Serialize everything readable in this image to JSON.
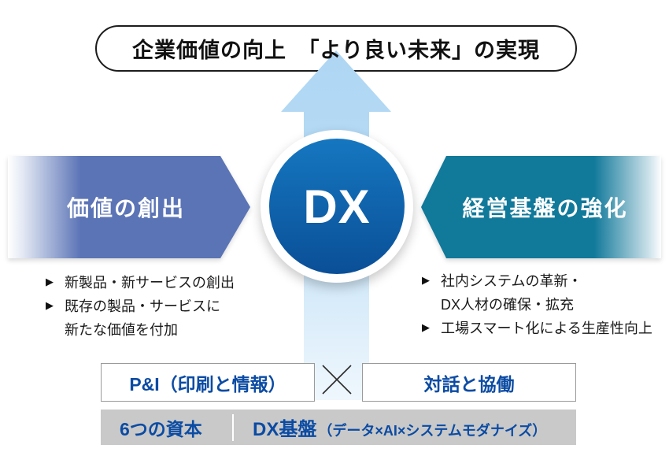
{
  "colors": {
    "accent_blue_text": "#0b4ba3",
    "banner_left_blue": "#5b74b6",
    "banner_right_teal": "#11799a",
    "circle_gradient_top": "#1577c0",
    "circle_gradient_bottom": "#0a4f97",
    "up_arrow_light_blue": "#b5daf5",
    "base_bar_gray": "#c9c9c9"
  },
  "title": {
    "text": "企業価値の向上　「より良い未来」の実現"
  },
  "center": {
    "label": "DX"
  },
  "left_banner": {
    "label": "価値の創出"
  },
  "right_banner": {
    "label": "経営基盤の強化"
  },
  "left_points": [
    {
      "marker": "▶",
      "text": "新製品・新サービスの創出"
    },
    {
      "marker": "▶",
      "text": "既存の製品・サービスに"
    },
    {
      "marker": "",
      "text": "新たな価値を付加"
    }
  ],
  "right_points": [
    {
      "marker": "▶",
      "text": "社内システムの革新・"
    },
    {
      "marker": "",
      "text": "DX人材の確保・拡充"
    },
    {
      "marker": "▶",
      "text": "工場スマート化による生産性向上"
    }
  ],
  "foundation": {
    "box1": "P&I（印刷と情報）",
    "cross": "×",
    "box2": "対話と協働"
  },
  "base_bar": {
    "item1": "6つの資本",
    "item2_main": "DX基盤",
    "item2_sub": "（データ×AI×システムモダナイズ）"
  }
}
